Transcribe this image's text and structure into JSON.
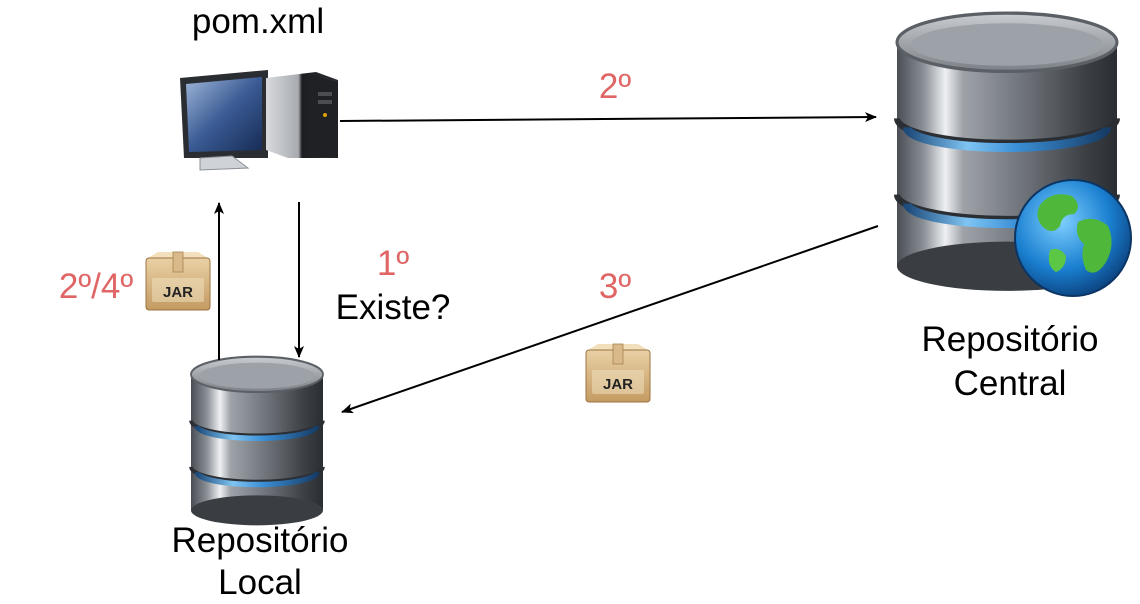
{
  "nodes": {
    "computer": {
      "label": "pom.xml",
      "icon": "desktop-computer-icon"
    },
    "local_repo": {
      "label_line1": "Repositório",
      "label_line2": "Local",
      "icon": "database-icon"
    },
    "central_repo": {
      "label_line1": "Repositório",
      "label_line2": "Central",
      "icon": "database-globe-icon"
    }
  },
  "steps": {
    "step1_number": "1º",
    "step1_question": "Existe?",
    "step2": "2º",
    "step3": "3º",
    "step2_4": "2º/4º"
  },
  "packages": {
    "jar_label": "JAR"
  },
  "colors": {
    "step_label": "#e06666",
    "arrow": "#000000"
  }
}
